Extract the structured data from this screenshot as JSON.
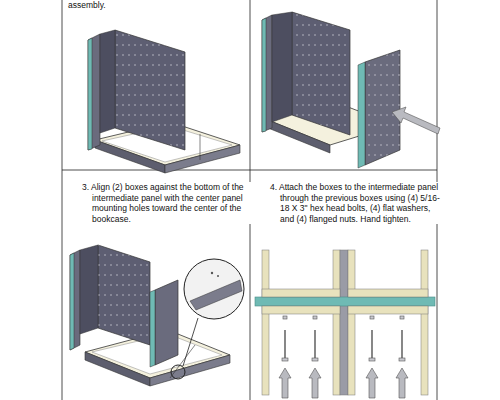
{
  "diagram": {
    "nodes": [
      {
        "text": [
          "assembly."
        ]
      },
      {
        "text": [
          "3. Align (2) boxes against the bottom of the intermediate panel with the center panel mounting holes toward the center of the bookcase."
        ]
      },
      {
        "text": [
          "4. Attach the boxes to the intermediate panel through the previous boxes using (4) 5/16-18 X 3\" hex head bolts, (4) flat washers, and (4) flanged nuts. Hand tighten."
        ]
      }
    ]
  }
}
